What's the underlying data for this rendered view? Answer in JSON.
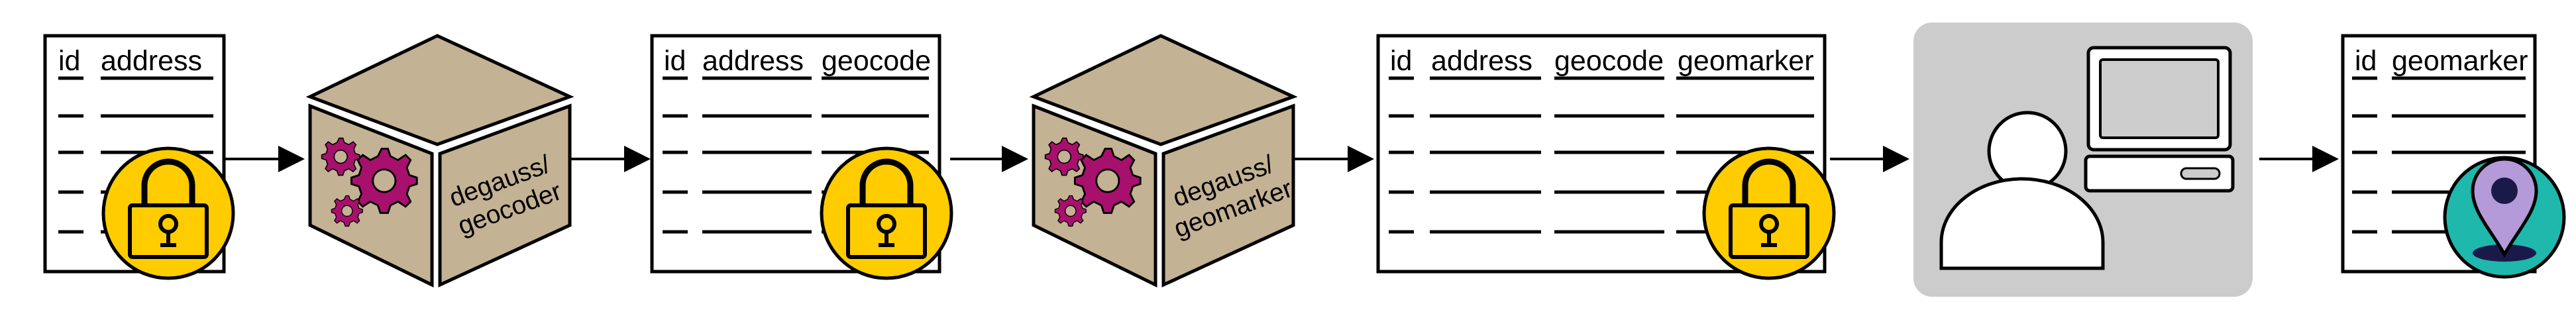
{
  "tables": [
    {
      "id": "input-table",
      "columns": [
        "id",
        "address"
      ]
    },
    {
      "id": "geocoded-table",
      "columns": [
        "id",
        "address",
        "geocode"
      ]
    },
    {
      "id": "geomarked-table",
      "columns": [
        "id",
        "address",
        "geocode",
        "geomarker"
      ]
    },
    {
      "id": "output-table",
      "columns": [
        "id",
        "geomarker"
      ]
    }
  ],
  "containers": [
    {
      "id": "geocoder",
      "label_lines": [
        "degauss/",
        "geocoder"
      ]
    },
    {
      "id": "geomarker",
      "label_lines": [
        "degauss/",
        "geomarker"
      ]
    }
  ],
  "colors": {
    "cube_face": "#c4b294",
    "gear": "#a8106e",
    "lock_fill": "#ffcc00",
    "pin_circle": "#1fb8ac",
    "pin_body": "#b49ad8",
    "user_panel": "#cccccc"
  },
  "icons": [
    "lock-icon",
    "gears-icon",
    "user-icon",
    "computer-icon",
    "location-pin-icon",
    "arrow-icon"
  ]
}
